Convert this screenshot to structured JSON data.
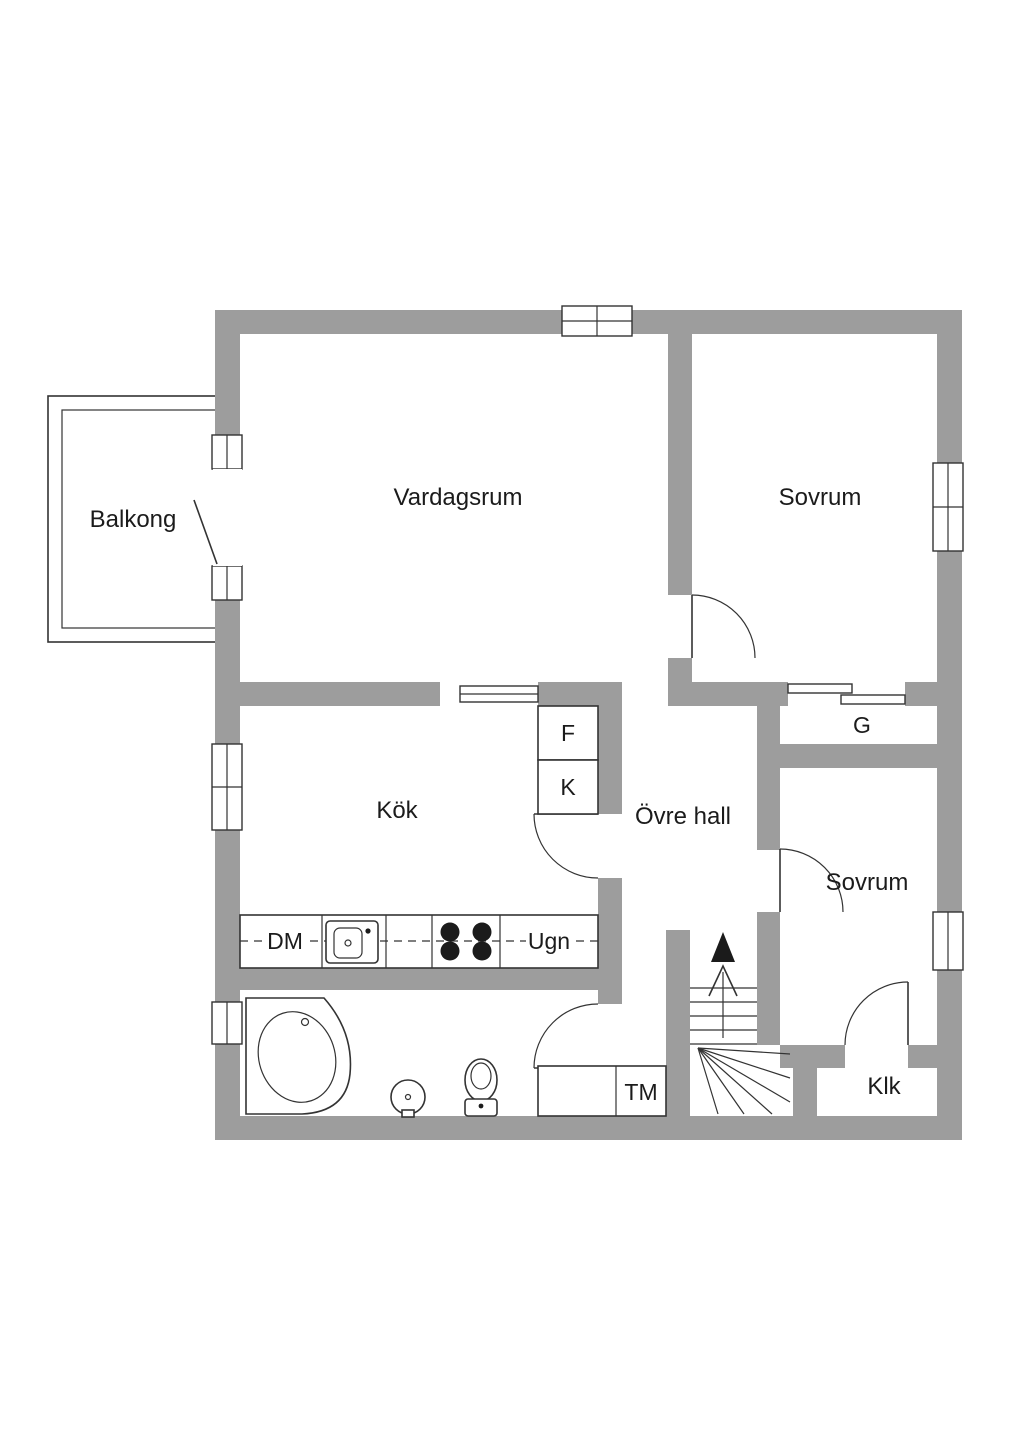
{
  "colors": {
    "wall": "#9d9d9d",
    "line": "#333333",
    "text": "#1b1b1b",
    "background": "#ffffff"
  },
  "rooms": {
    "balcony": {
      "label": "Balkong"
    },
    "living_room": {
      "label": "Vardagsrum"
    },
    "bedroom_top": {
      "label": "Sovrum"
    },
    "kitchen": {
      "label": "Kök"
    },
    "upper_hall": {
      "label": "Övre hall"
    },
    "wardrobe": {
      "label": "G"
    },
    "bedroom_right": {
      "label": "Sovrum"
    },
    "closet": {
      "label": "Klk"
    }
  },
  "fixtures": {
    "fridge": {
      "label": "F"
    },
    "freezer": {
      "label": "K"
    },
    "dishwasher": {
      "label": "DM"
    },
    "oven": {
      "label": "Ugn"
    },
    "washing_machine": {
      "label": "TM"
    }
  }
}
